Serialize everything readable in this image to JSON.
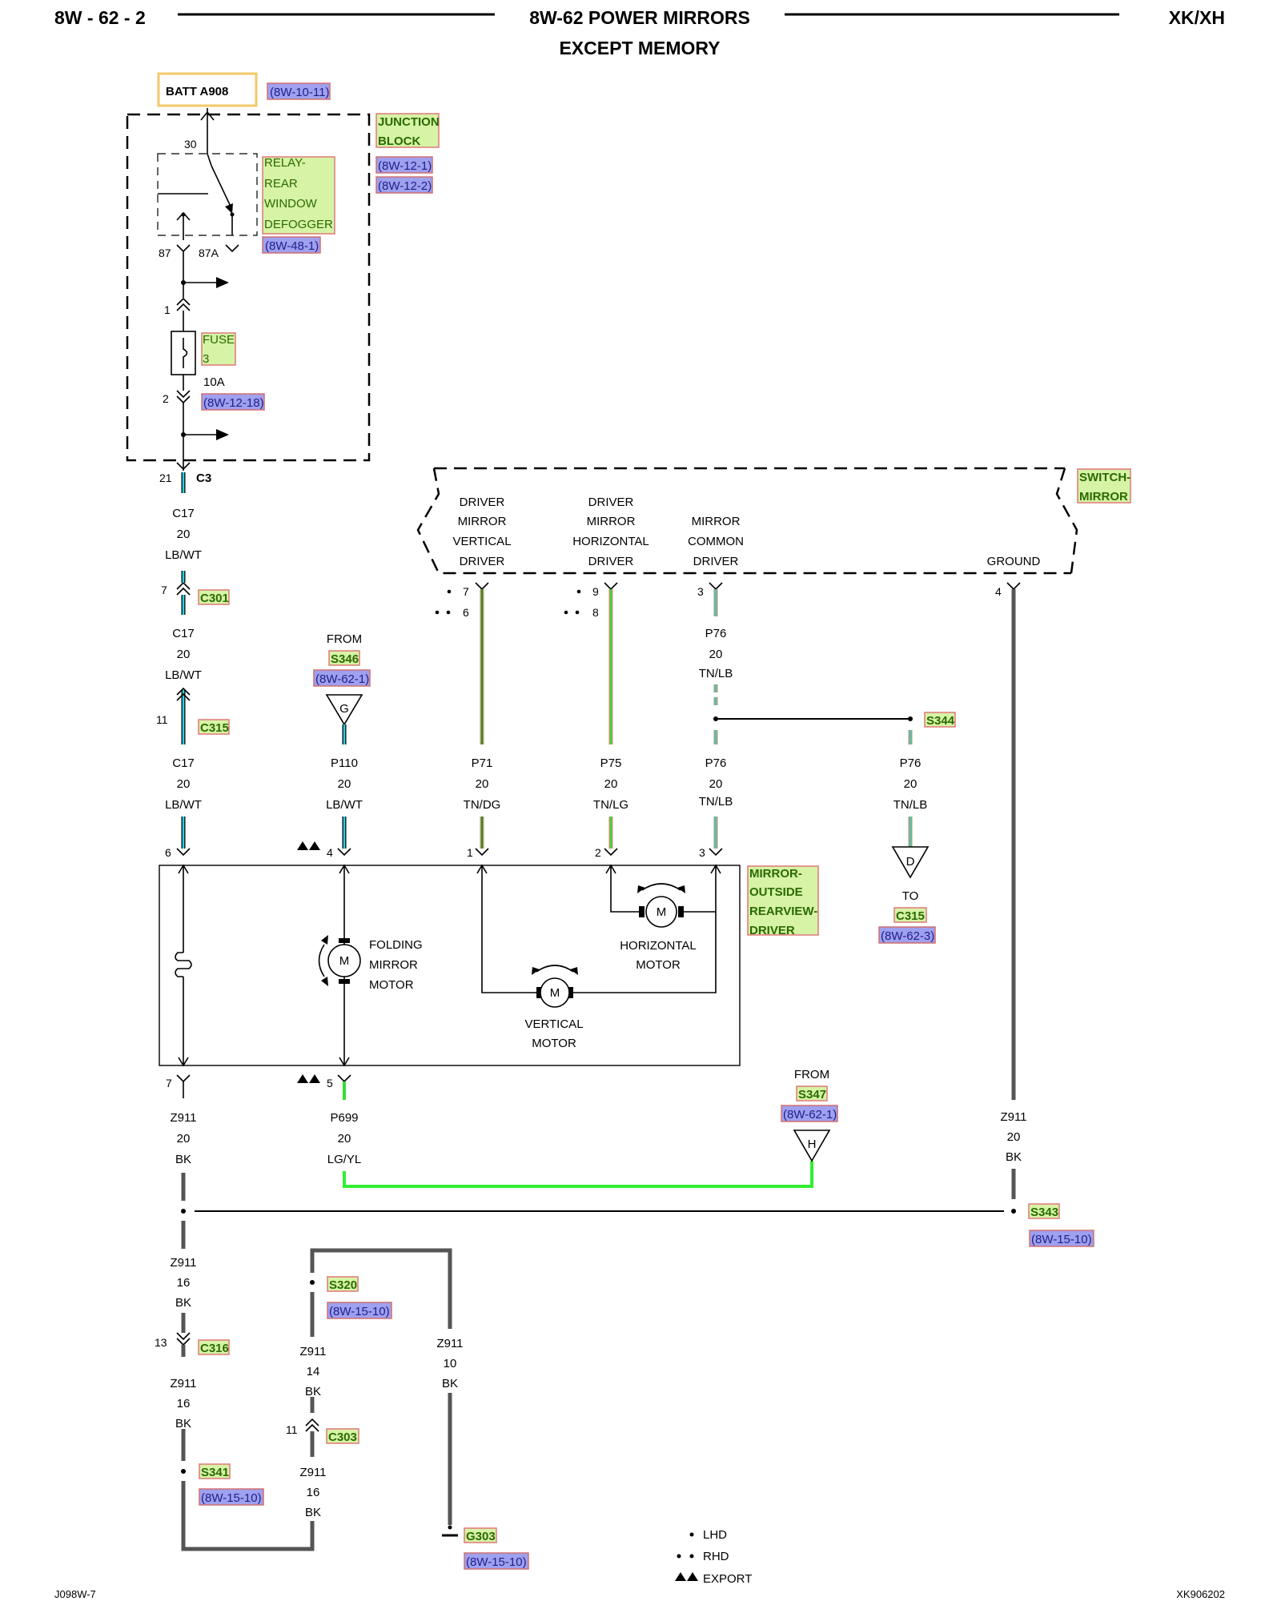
{
  "header": {
    "page_id": "8W - 62 - 2",
    "title": "8W-62 POWER MIRRORS",
    "subtitle": "EXCEPT MEMORY",
    "model": "XK/XH"
  },
  "footer": {
    "left": "J098W-7",
    "right": "XK906202"
  },
  "source": {
    "label": "BATT A908",
    "ref": "(8W-10-11)"
  },
  "junction_block": {
    "line1": "JUNCTION",
    "line2": "BLOCK",
    "ref1": "(8W-12-1)",
    "ref2": "(8W-12-2)"
  },
  "relay": {
    "lines": [
      "RELAY-",
      "REAR",
      "WINDOW",
      "DEFOGGER"
    ],
    "ref": "(8W-48-1)",
    "pin30": "30",
    "pin87": "87",
    "pin87a": "87A"
  },
  "fuse": {
    "line1": "FUSE",
    "line2": "3",
    "rating": "10A",
    "ref": "(8W-12-18)",
    "pin1": "1",
    "pin2": "2"
  },
  "switch": {
    "line1": "SWITCH-",
    "line2": "MIRROR",
    "col_vertical": [
      "DRIVER",
      "MIRROR",
      "VERTICAL",
      "DRIVER"
    ],
    "col_horizontal": [
      "DRIVER",
      "MIRROR",
      "HORIZONTAL",
      "DRIVER"
    ],
    "col_common": [
      "MIRROR",
      "COMMON",
      "DRIVER"
    ],
    "col_ground": "GROUND",
    "pins": {
      "v_lhd": "7",
      "v_rhd": "6",
      "h_lhd": "9",
      "h_rhd": "8",
      "common": "3",
      "ground": "4"
    }
  },
  "mirror": {
    "line1": "MIRROR-",
    "line2": "OUTSIDE",
    "line3": "REARVIEW-",
    "line4": "DRIVER",
    "folding": [
      "FOLDING",
      "MIRROR",
      "MOTOR"
    ],
    "horizontal": [
      "HORIZONTAL",
      "MOTOR"
    ],
    "vertical": [
      "VERTICAL",
      "MOTOR"
    ],
    "motor_letter": "M",
    "pins": {
      "p6": "6",
      "p4": "4",
      "p1": "1",
      "p2": "2",
      "p3": "3",
      "p7": "7",
      "p5": "5"
    }
  },
  "connectors": {
    "c3": {
      "pin": "21",
      "name": "C3"
    },
    "c301": {
      "pin": "7",
      "name": "C301"
    },
    "c315": {
      "pin": "11",
      "name": "C315"
    },
    "c316": {
      "pin": "13",
      "name": "C316"
    },
    "c303": {
      "pin": "11",
      "name": "C303"
    }
  },
  "wires": {
    "c17_a": [
      "C17",
      "20",
      "LB/WT"
    ],
    "c17_b": [
      "C17",
      "20",
      "LB/WT"
    ],
    "c17_c": [
      "C17",
      "20",
      "LB/WT"
    ],
    "p110": [
      "P110",
      "20",
      "LB/WT"
    ],
    "p71": [
      "P71",
      "20",
      "TN/DG"
    ],
    "p75": [
      "P75",
      "20",
      "TN/LG"
    ],
    "p76_a": [
      "P76",
      "20",
      "TN/LB"
    ],
    "p76_b": [
      "P76",
      "20",
      "TN/LB"
    ],
    "p76_c": [
      "P76",
      "20",
      "TN/LB"
    ],
    "z911_a": [
      "Z911",
      "20",
      "BK"
    ],
    "p699": [
      "P699",
      "20",
      "LG/YL"
    ],
    "z911_b": [
      "Z911",
      "20",
      "BK"
    ],
    "z911_c": [
      "Z911",
      "16",
      "BK"
    ],
    "z911_d": [
      "Z911",
      "16",
      "BK"
    ],
    "z911_e": [
      "Z911",
      "14",
      "BK"
    ],
    "z911_f": [
      "Z911",
      "16",
      "BK"
    ],
    "z911_g": [
      "Z911",
      "10",
      "BK"
    ]
  },
  "splices": {
    "from_s346": {
      "from": "FROM",
      "name": "S346",
      "ref": "(8W-62-1)",
      "letter": "G"
    },
    "from_s347": {
      "from": "FROM",
      "name": "S347",
      "ref": "(8W-62-1)",
      "letter": "H"
    },
    "s344": {
      "name": "S344"
    },
    "to_c315": {
      "to": "TO",
      "name": "C315",
      "ref": "(8W-62-3)",
      "letter": "D"
    },
    "s343": {
      "name": "S343",
      "ref": "(8W-15-10)"
    },
    "s320": {
      "name": "S320",
      "ref": "(8W-15-10)"
    },
    "s341": {
      "name": "S341",
      "ref": "(8W-15-10)"
    },
    "g303": {
      "name": "G303",
      "ref": "(8W-15-10)"
    }
  },
  "legend": {
    "lhd": "LHD",
    "rhd": "RHD",
    "export": "EXPORT"
  },
  "colors": {
    "lb": "#2ad0e0",
    "tn": "#b79a6a",
    "dg": "#1a8a1a",
    "lg": "#33dd33",
    "bk": "#555555",
    "link_box": "#9fa0ee",
    "tag_box": "#d6f3a6"
  }
}
